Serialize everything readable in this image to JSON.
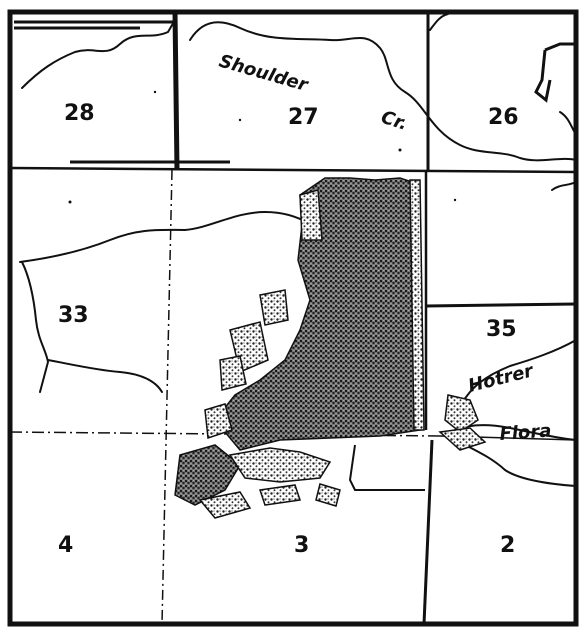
{
  "map": {
    "sections": [
      {
        "number": "28"
      },
      {
        "number": "27"
      },
      {
        "number": "26"
      },
      {
        "number": "33"
      },
      {
        "number": "35"
      },
      {
        "number": "4"
      },
      {
        "number": "3"
      },
      {
        "number": "2"
      }
    ],
    "streams": [
      {
        "label": "Shoulder"
      },
      {
        "label": "Cr."
      },
      {
        "label": "Hotrer"
      },
      {
        "label": "Flora"
      }
    ],
    "colors": {
      "ink": "#111111",
      "paper": "#ffffff",
      "shade": "#555555"
    }
  }
}
